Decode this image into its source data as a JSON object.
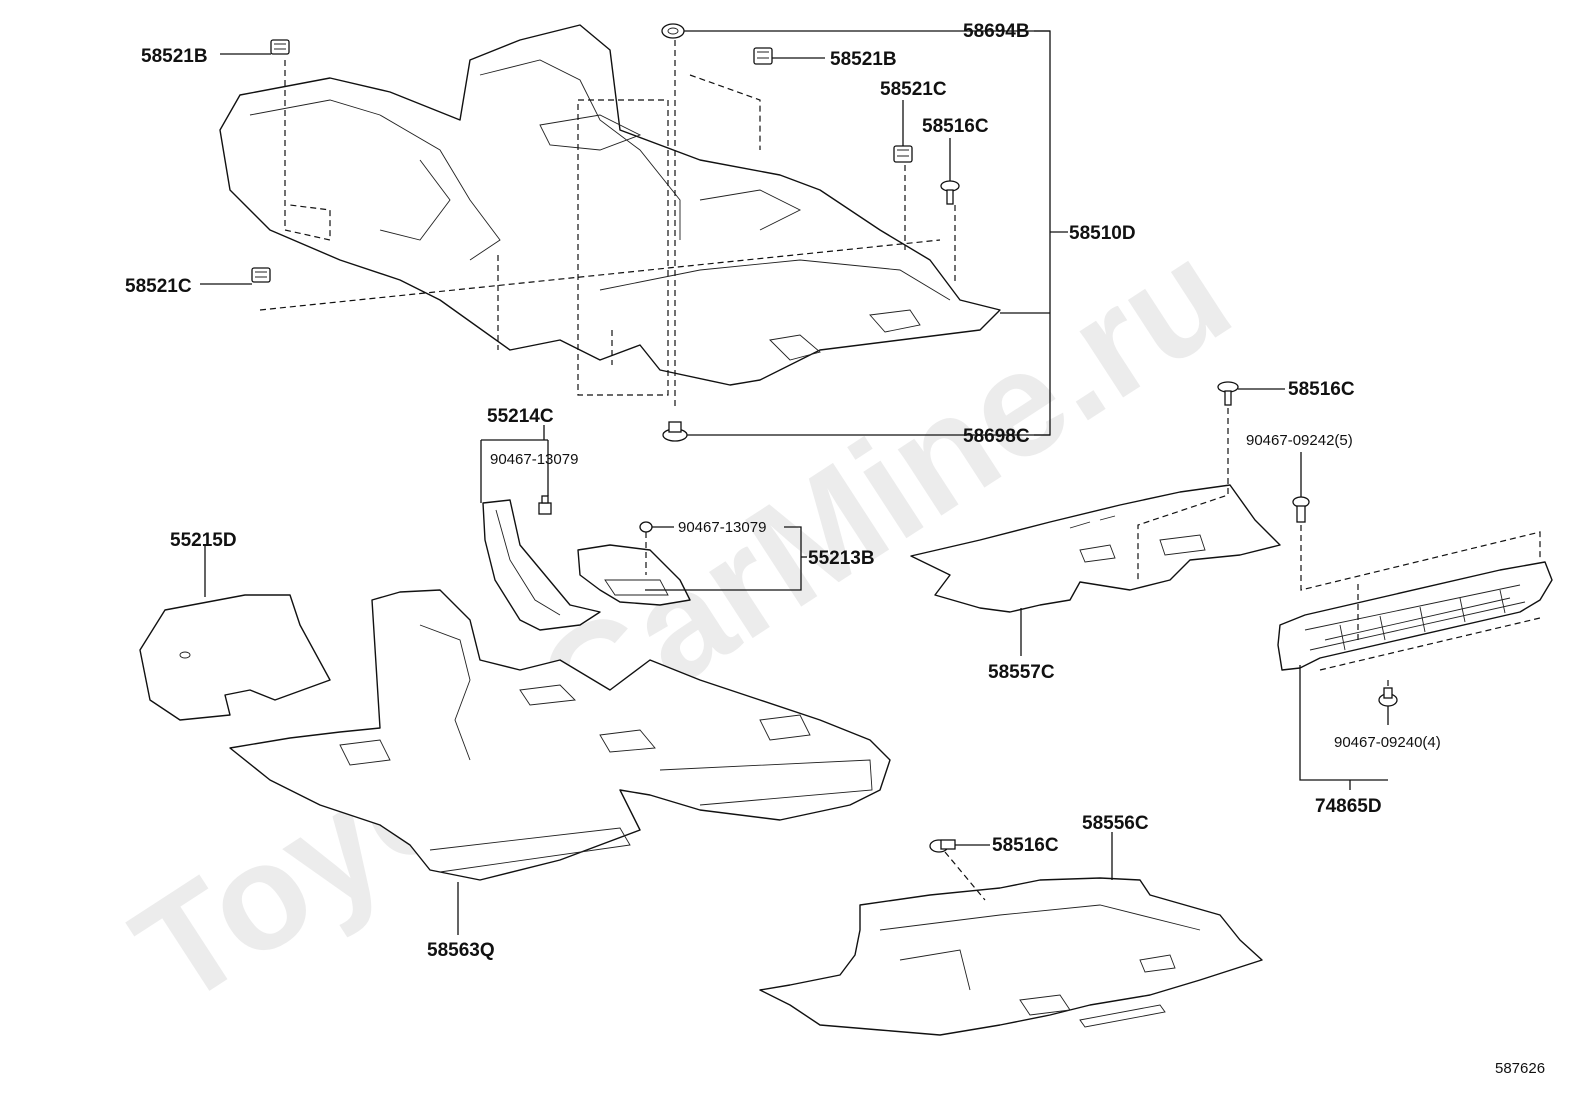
{
  "labels": {
    "p58521B_left": "58521B",
    "p58521B_right": "58521B",
    "p58521C_left": "58521C",
    "p58521C_right": "58521C",
    "p58694B": "58694B",
    "p58516C_top": "58516C",
    "p58510D": "58510D",
    "p58698C": "58698C",
    "p58516C_right": "58516C",
    "p55214C": "55214C",
    "p90467_13079_a": "90467-13079",
    "p90467_13079_b": "90467-13079",
    "p55213B": "55213B",
    "p55215D": "55215D",
    "p90467_09242": "90467-09242(5)",
    "p58557C": "58557C",
    "p90467_09240": "90467-09240(4)",
    "p74865D": "74865D",
    "p58516C_bottom": "58516C",
    "p58556C": "58556C",
    "p58563Q": "58563Q"
  },
  "watermark": "ToyotaCarMine.ru",
  "ref_number": "587626"
}
